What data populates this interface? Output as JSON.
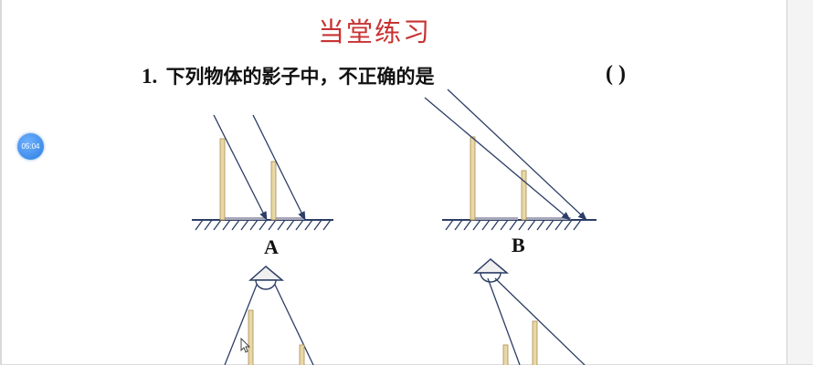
{
  "slide": {
    "title": "当堂练习",
    "question": {
      "number": "1",
      "text": "下列物体的影子中，不正确的是",
      "answer_blank": "(  )"
    },
    "option_labels": {
      "a": "A",
      "b": "B"
    }
  },
  "overlay": {
    "timer": "05:04"
  },
  "colors": {
    "title": "#c83232",
    "pole": "#e9d8a6",
    "pole_edge": "#a88f52",
    "ray": "#2c3e66",
    "shadow": "#a8a8b8"
  }
}
